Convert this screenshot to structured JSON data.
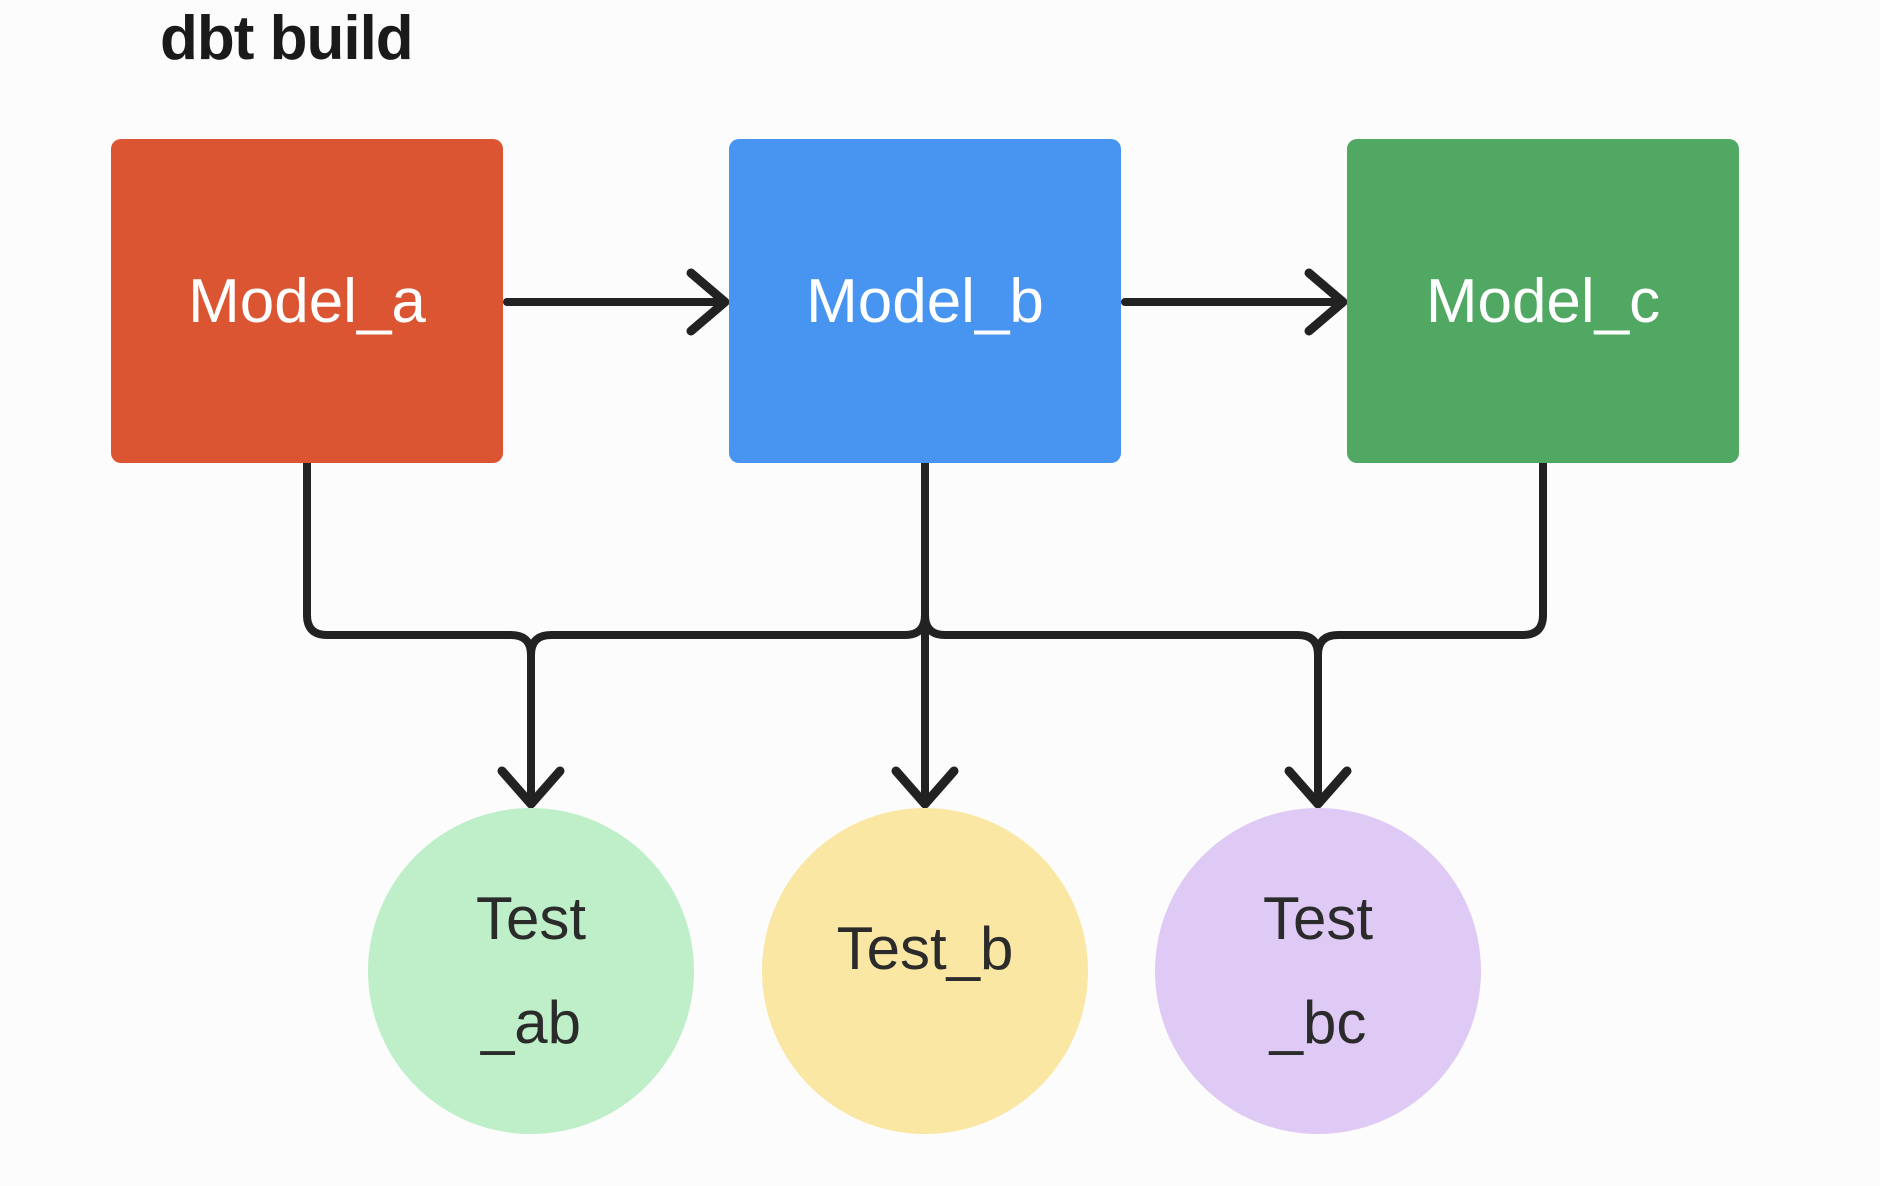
{
  "title": "dbt build",
  "colors": {
    "background": "#fcfcfc",
    "edge": "#222222",
    "title_text": "#1a1a1a",
    "model_label_text": "#ffffff",
    "test_label_text": "#2b2b2b"
  },
  "models": [
    {
      "id": "model_a",
      "label": "Model_a",
      "color": "#dc5532"
    },
    {
      "id": "model_b",
      "label": "Model_b",
      "color": "#4895f1"
    },
    {
      "id": "model_c",
      "label": "Model_c",
      "color": "#50a863"
    }
  ],
  "tests": [
    {
      "id": "test_ab",
      "lines": [
        "Test",
        "_ab"
      ],
      "color": "#beefc9"
    },
    {
      "id": "test_b",
      "lines": [
        "Test_b"
      ],
      "color": "#fae7a3"
    },
    {
      "id": "test_bc",
      "lines": [
        "Test",
        "_bc"
      ],
      "color": "#dfc9f5"
    }
  ],
  "edges": [
    {
      "from": "Model_a",
      "to": "Model_b"
    },
    {
      "from": "Model_b",
      "to": "Model_c"
    },
    {
      "from": "Model_a",
      "to": "Test_ab"
    },
    {
      "from": "Model_b",
      "to": "Test_ab"
    },
    {
      "from": "Model_b",
      "to": "Test_b"
    },
    {
      "from": "Model_b",
      "to": "Test_bc"
    },
    {
      "from": "Model_c",
      "to": "Test_bc"
    }
  ]
}
